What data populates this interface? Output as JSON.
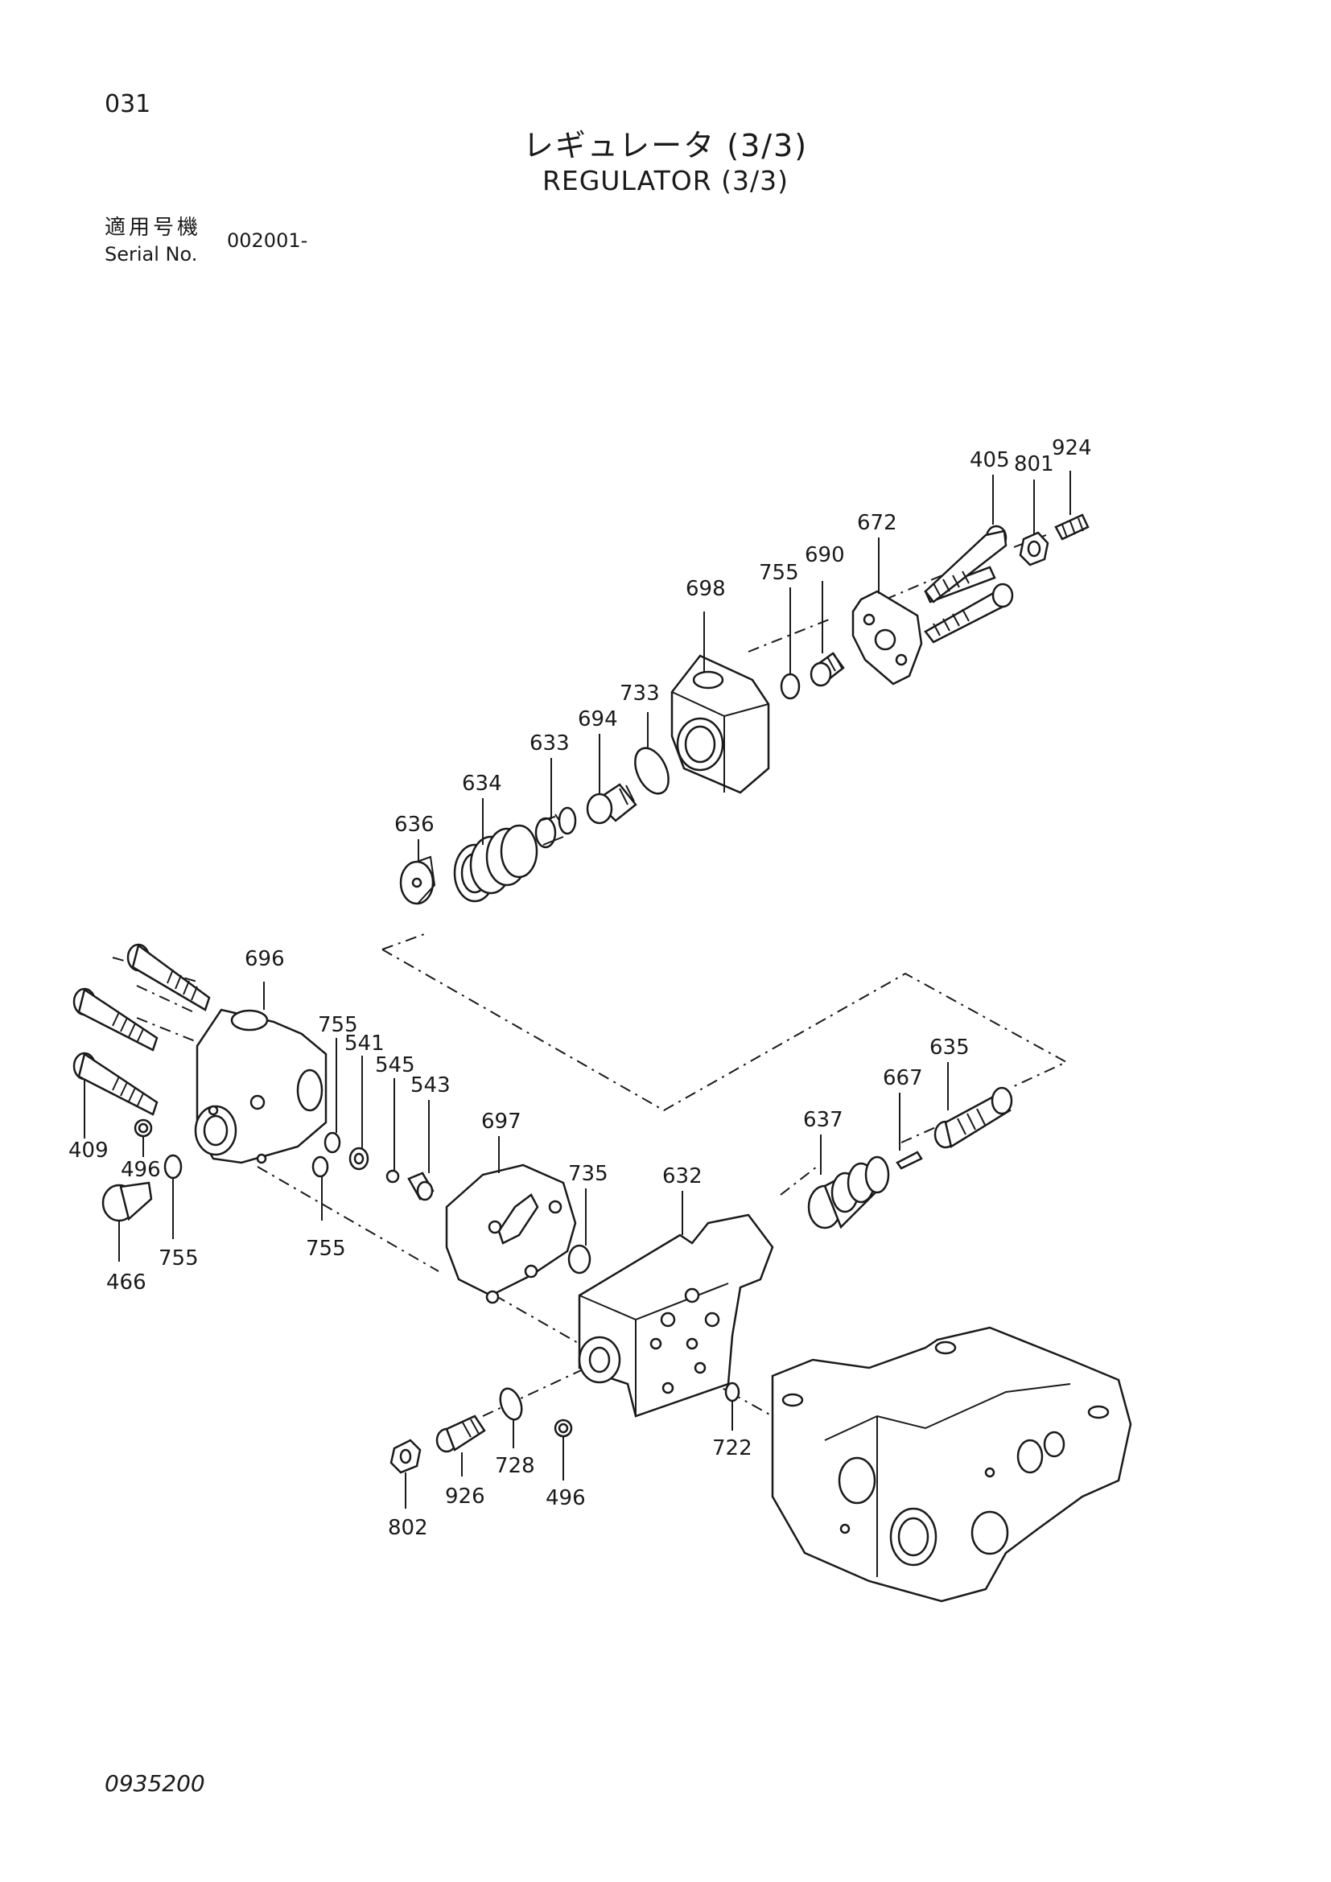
{
  "page": {
    "page_number": "031",
    "title_jp": "レギュレータ (3/3)",
    "title_en": "REGULATOR (3/3)",
    "serial_label_jp": "適用号機",
    "serial_label_en": "Serial No.",
    "serial_value": "002001-",
    "document_number": "0935200"
  },
  "labels": {
    "p405": "405",
    "p801": "801",
    "p924": "924",
    "p672": "672",
    "p690": "690",
    "p755a": "755",
    "p698": "698",
    "p733": "733",
    "p694": "694",
    "p633": "633",
    "p634": "634",
    "p636": "636",
    "p696": "696",
    "p755b": "755",
    "p541": "541",
    "p545": "545",
    "p543": "543",
    "p409": "409",
    "p496a": "496",
    "p755c": "755",
    "p755d": "755",
    "p466": "466",
    "p697": "697",
    "p735": "735",
    "p632": "632",
    "p637": "637",
    "p667": "667",
    "p635": "635",
    "p722": "722",
    "p728": "728",
    "p926": "926",
    "p496b": "496",
    "p802": "802"
  }
}
